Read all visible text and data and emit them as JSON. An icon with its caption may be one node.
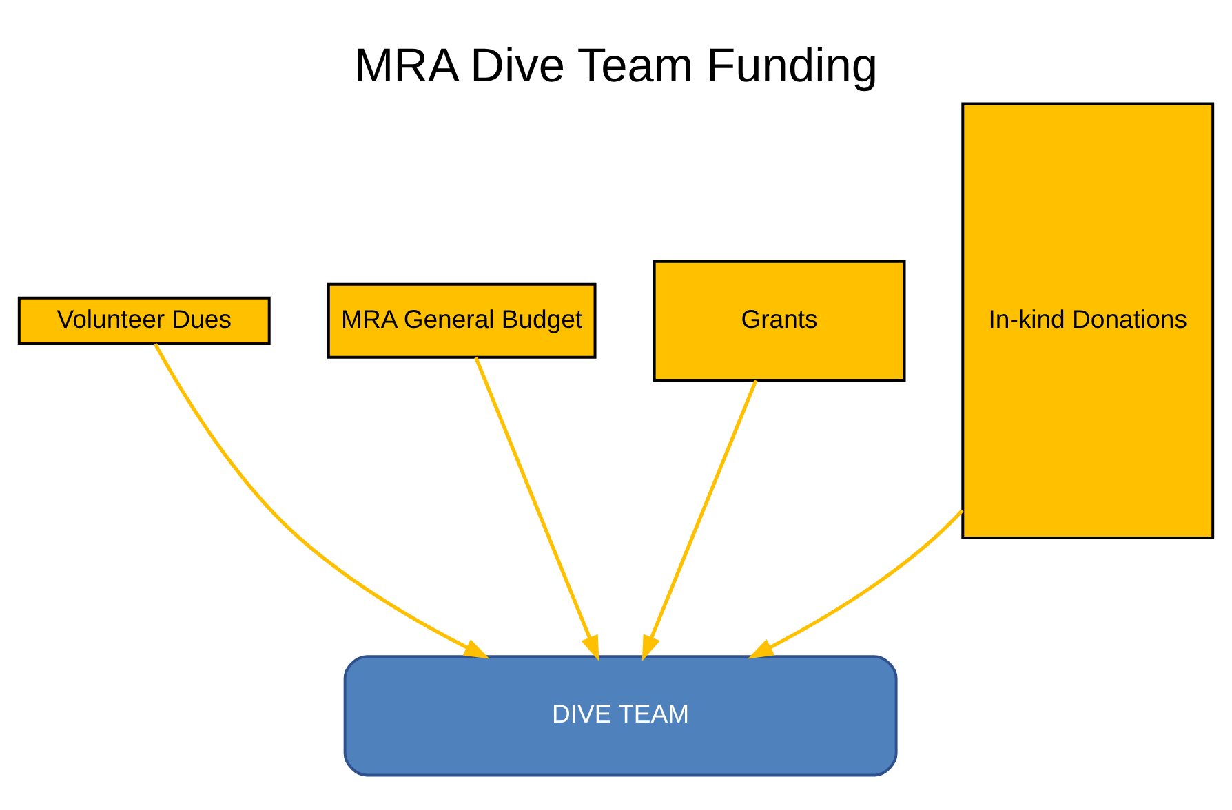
{
  "diagram": {
    "title": "MRA Dive Team Funding",
    "nodes": [
      {
        "text": [
          "Volunteer Dues"
        ]
      },
      {
        "text": [
          "MRA General Budget"
        ]
      },
      {
        "text": [
          "Grants"
        ]
      },
      {
        "text": [
          "In-kind Donations"
        ]
      },
      {
        "text": [
          "DIVE TEAM"
        ]
      }
    ],
    "edges": [
      {
        "from": 0,
        "to": 4,
        "arrow": "to"
      },
      {
        "from": 1,
        "to": 4,
        "arrow": "to"
      },
      {
        "from": 2,
        "to": 4,
        "arrow": "to"
      },
      {
        "from": 3,
        "to": 4,
        "arrow": "to"
      }
    ]
  }
}
